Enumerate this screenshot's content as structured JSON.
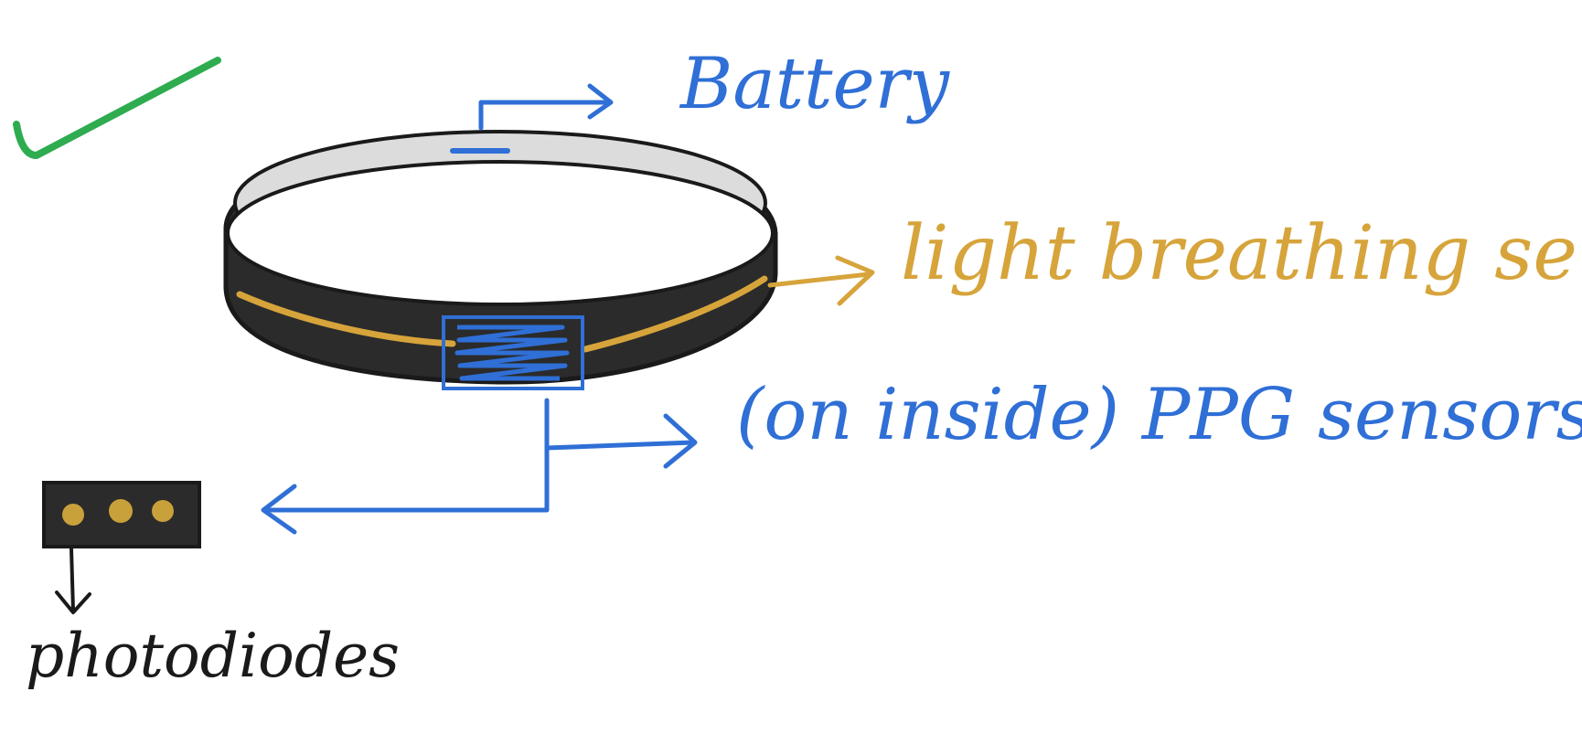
{
  "colors": {
    "blue": "#2f6fd6",
    "gold": "#d6a43b",
    "green": "#2eac4f",
    "band_dark": "#2b2b2b",
    "band_light": "#dcdcdc",
    "outline": "#1a1a1a",
    "pad_dot": "#c9a13b"
  },
  "labels": {
    "battery": "Battery",
    "light_breathing": "light breathing sensi",
    "ppg_sensors": "(on inside) PPG sensors",
    "photodiodes": "photodiodes"
  },
  "marks": {
    "checkmark": "green-checkmark",
    "photodiode_count": 3
  }
}
